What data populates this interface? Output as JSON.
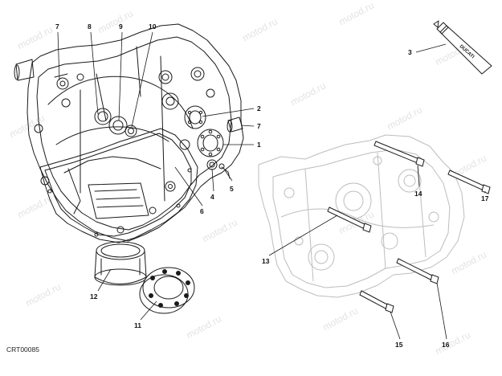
{
  "drawing_code": "CRT00085",
  "watermark_text": "motod.ru",
  "tube_brand": "DUCATI",
  "callouts": {
    "n1": "1",
    "n2": "2",
    "n3": "3",
    "n4": "4",
    "n5": "5",
    "n6": "6",
    "n7a": "7",
    "n7b": "7",
    "n8": "8",
    "n9": "9",
    "n10": "10",
    "n11": "11",
    "n12": "12",
    "n13": "13",
    "n14": "14",
    "n15": "15",
    "n16": "16",
    "n17": "17"
  },
  "colors": {
    "line": "#1a1a1a",
    "ghost": "#bdbdbd",
    "watermark": "#e3e3e3"
  }
}
